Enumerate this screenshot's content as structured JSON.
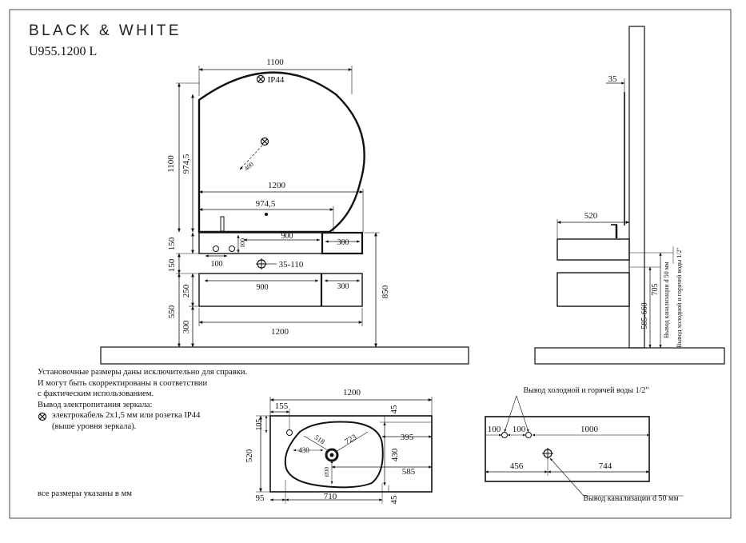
{
  "brand": "BLACK & WHITE",
  "model": "U955.1200 L",
  "front_view": {
    "mirror_width": "1100",
    "mirror_height": "1100",
    "mirror_inner_height": "974,5",
    "mirror_radius": "400",
    "socket_label": "IP44",
    "counter_width": "1200",
    "counter_inner_width": "974,5",
    "top_drawer_width": "900",
    "top_side_width": "300",
    "tap_offset": "100",
    "tap_height": "100",
    "drain_label": "35-110",
    "bottom_drawer_width": "900",
    "bottom_side_width": "300",
    "cabinet_width": "1200",
    "h_counter": "150",
    "h_gap": "150",
    "h_drawer": "250",
    "h_floor": "300",
    "h_lower_total": "550",
    "h_total": "850"
  },
  "side_view": {
    "mirror_depth": "35",
    "counter_depth": "520",
    "drain_height": "705",
    "water_height": "585-660",
    "drain_label": "Вывод канализации d 50 мм",
    "water_label": "Вывод холодной и горячей воды 1/2\""
  },
  "notes": {
    "line1": "Установочные размеры даны исключительно для справки.",
    "line2": "И могут быть скорректированы в соответствии",
    "line3": "с фактическим использованием.",
    "line4": "Вывод электропитания зеркала:",
    "line5": "электрокабель 2x1,5 мм или розетка IP44",
    "line6": "(выше уровня зеркала).",
    "units": "все размеры указаны в мм"
  },
  "top_view": {
    "width": "1200",
    "left_offset": "155",
    "top_margin": "45",
    "depth_label": "105",
    "depth": "520",
    "bowl_width": "430",
    "bowl_diagonal": "518",
    "bowl_diagonal2": "723",
    "bowl_right": "395",
    "bowl_height": "430",
    "bowl_right2": "585",
    "drain_size": "Ø30",
    "left_margin": "95",
    "bowl_length": "710",
    "bottom_margin": "45"
  },
  "rear_view": {
    "water_label": "Вывод холодной и горячей воды 1/2\"",
    "pipe1": "100",
    "pipe2": "100",
    "right_span": "1000",
    "drain_left": "456",
    "drain_right": "744",
    "drain_label": "Вывод канализации d 50 мм"
  }
}
